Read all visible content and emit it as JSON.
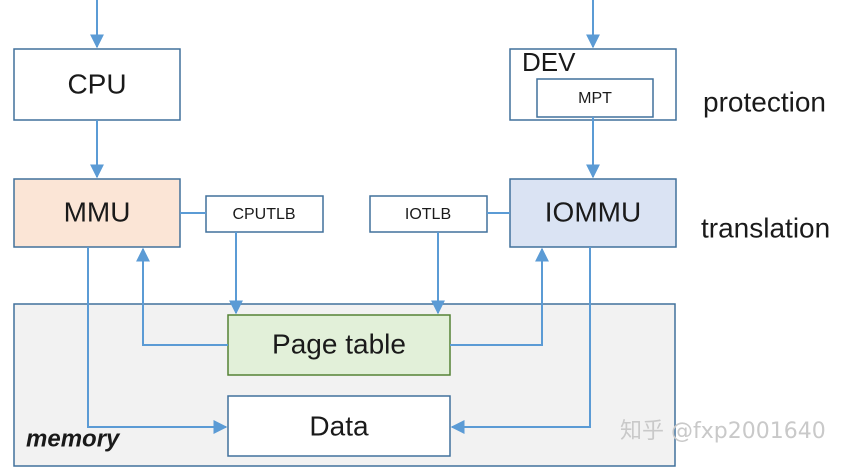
{
  "diagram": {
    "labels": {
      "cpu": "CPU",
      "dev": "DEV",
      "mpt": "MPT",
      "mmu": "MMU",
      "cputlb": "CPUTLB",
      "iotlb": "IOTLB",
      "iommu": "IOMMU",
      "page_table": "Page table",
      "data": "Data",
      "memory": "memory",
      "protection": "protection",
      "translation": "translation"
    },
    "colors": {
      "box_border": "#41719c",
      "arrow": "#5b9bd5",
      "mmu_fill": "#fbe5d6",
      "iommu_fill": "#dae3f3",
      "page_table_fill": "#e2f0d9",
      "page_table_border": "#548235",
      "memory_fill": "#f2f2f2",
      "memory_border": "#41719c",
      "white_fill": "#ffffff"
    },
    "watermark": "知乎 @fxp2001640"
  }
}
